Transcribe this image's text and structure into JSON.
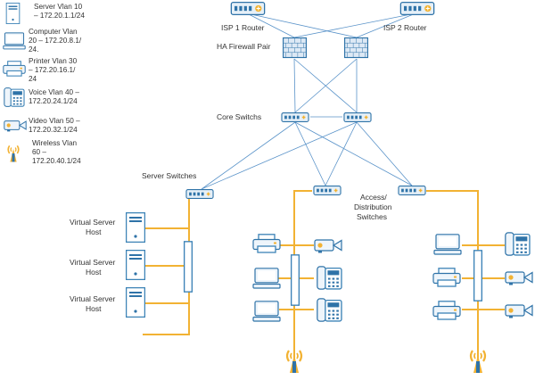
{
  "legend": [
    {
      "icon": "server-icon",
      "text_lines": [
        "Server Vlan 10",
        "– 172.20.1.1/24"
      ]
    },
    {
      "icon": "computer-icon",
      "text_lines": [
        "Computer Vlan",
        "20 – 172.20.8.1/",
        "24."
      ]
    },
    {
      "icon": "printer-icon",
      "text_lines": [
        "Printer Vlan 30",
        "– 172.20.16.1/",
        "24"
      ]
    },
    {
      "icon": "phone-icon",
      "text_lines": [
        "Voice Vlan 40 –",
        "172.20.24.1/24"
      ]
    },
    {
      "icon": "video-camera-icon",
      "text_lines": [
        "Video Vlan 50 –",
        "172.20.32.1/24"
      ]
    },
    {
      "icon": "wireless-ap-icon",
      "text_lines": [
        "Wireless Vlan",
        "60 –",
        "172.20.40.1/24"
      ]
    }
  ],
  "labels": {
    "isp1": "ISP 1 Router",
    "isp2": "ISP 2 Router",
    "firewall": "HA Firewall Pair",
    "core": "Core Switchs",
    "server_switches": "Server Switches",
    "access_lines": [
      "Access/",
      "Distribution",
      "Switches"
    ],
    "vhost_lines": [
      "Virtual Server",
      "Host"
    ]
  },
  "colors": {
    "device_blue": "#2f73a8",
    "link_blue": "#5a93c9",
    "vlan_link_yellow": "#f2b233"
  }
}
